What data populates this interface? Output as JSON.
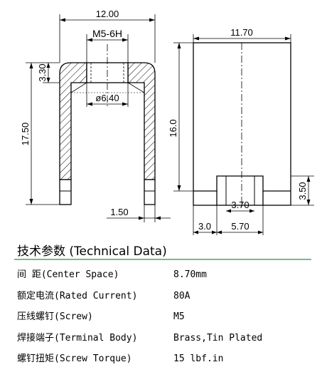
{
  "drawing": {
    "front_view": {
      "width_dim": "12.00",
      "thread_dim": "M5-6H",
      "top_thickness_dim": "3.30",
      "hole_dim": "ø6.40",
      "height_dim": "17.50",
      "leg_dim": "1.50"
    },
    "side_view": {
      "width_dim": "11.70",
      "height_dim": "16.0",
      "step_height_dim": "3.50",
      "inner_dim": "3.70",
      "left_offset_dim": "3.0",
      "slot_dim": "5.70"
    }
  },
  "specs": {
    "title": "技术参数 (Technical Data)",
    "rows": [
      {
        "label": "间   距(Center Space)",
        "value": "8.70mm"
      },
      {
        "label": "额定电流(Rated Current)",
        "value": "80A"
      },
      {
        "label": "压线螺钉(Screw)",
        "value": "M5"
      },
      {
        "label": "焊接端子(Terminal Body)",
        "value": "Brass,Tin Plated"
      },
      {
        "label": "螺钉扭矩(Screw Torque)",
        "value": "15 lbf.in"
      }
    ]
  }
}
